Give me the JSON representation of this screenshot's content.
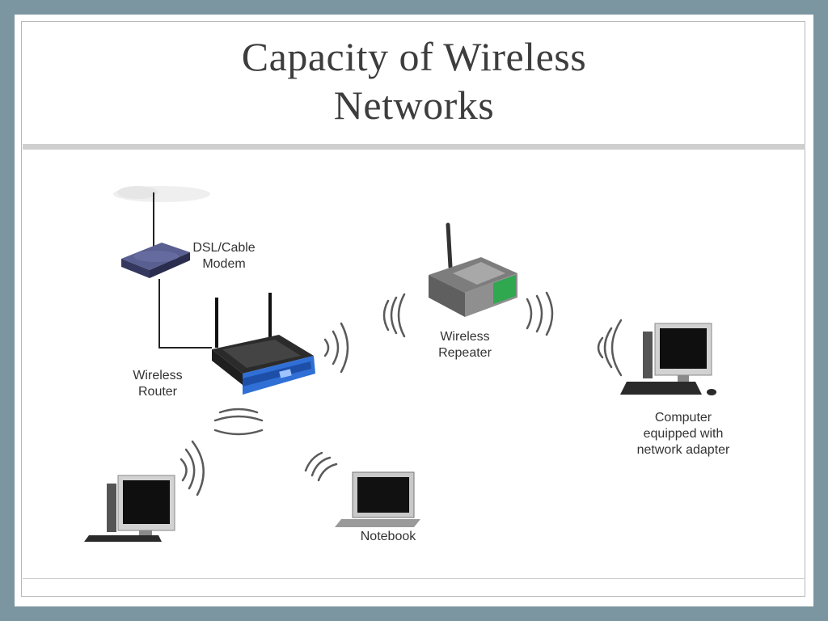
{
  "slide": {
    "title_line1": "Capacity of Wireless",
    "title_line2": "Networks"
  },
  "diagram": {
    "modem": {
      "label_line1": "DSL/Cable",
      "label_line2": "Modem"
    },
    "router": {
      "label_line1": "Wireless",
      "label_line2": "Router"
    },
    "repeater": {
      "label_line1": "Wireless",
      "label_line2": "Repeater"
    },
    "computer": {
      "label_line1": "Computer",
      "label_line2": "equipped with",
      "label_line3": "network adapter"
    },
    "notebook": {
      "label": "Notebook"
    }
  },
  "colors": {
    "background": "#7b96a0",
    "router_blue": "#2f6fd6",
    "modem_purple": "#4a4e7a",
    "repeater_green": "#2fa84f",
    "text": "#3d3d3d"
  }
}
